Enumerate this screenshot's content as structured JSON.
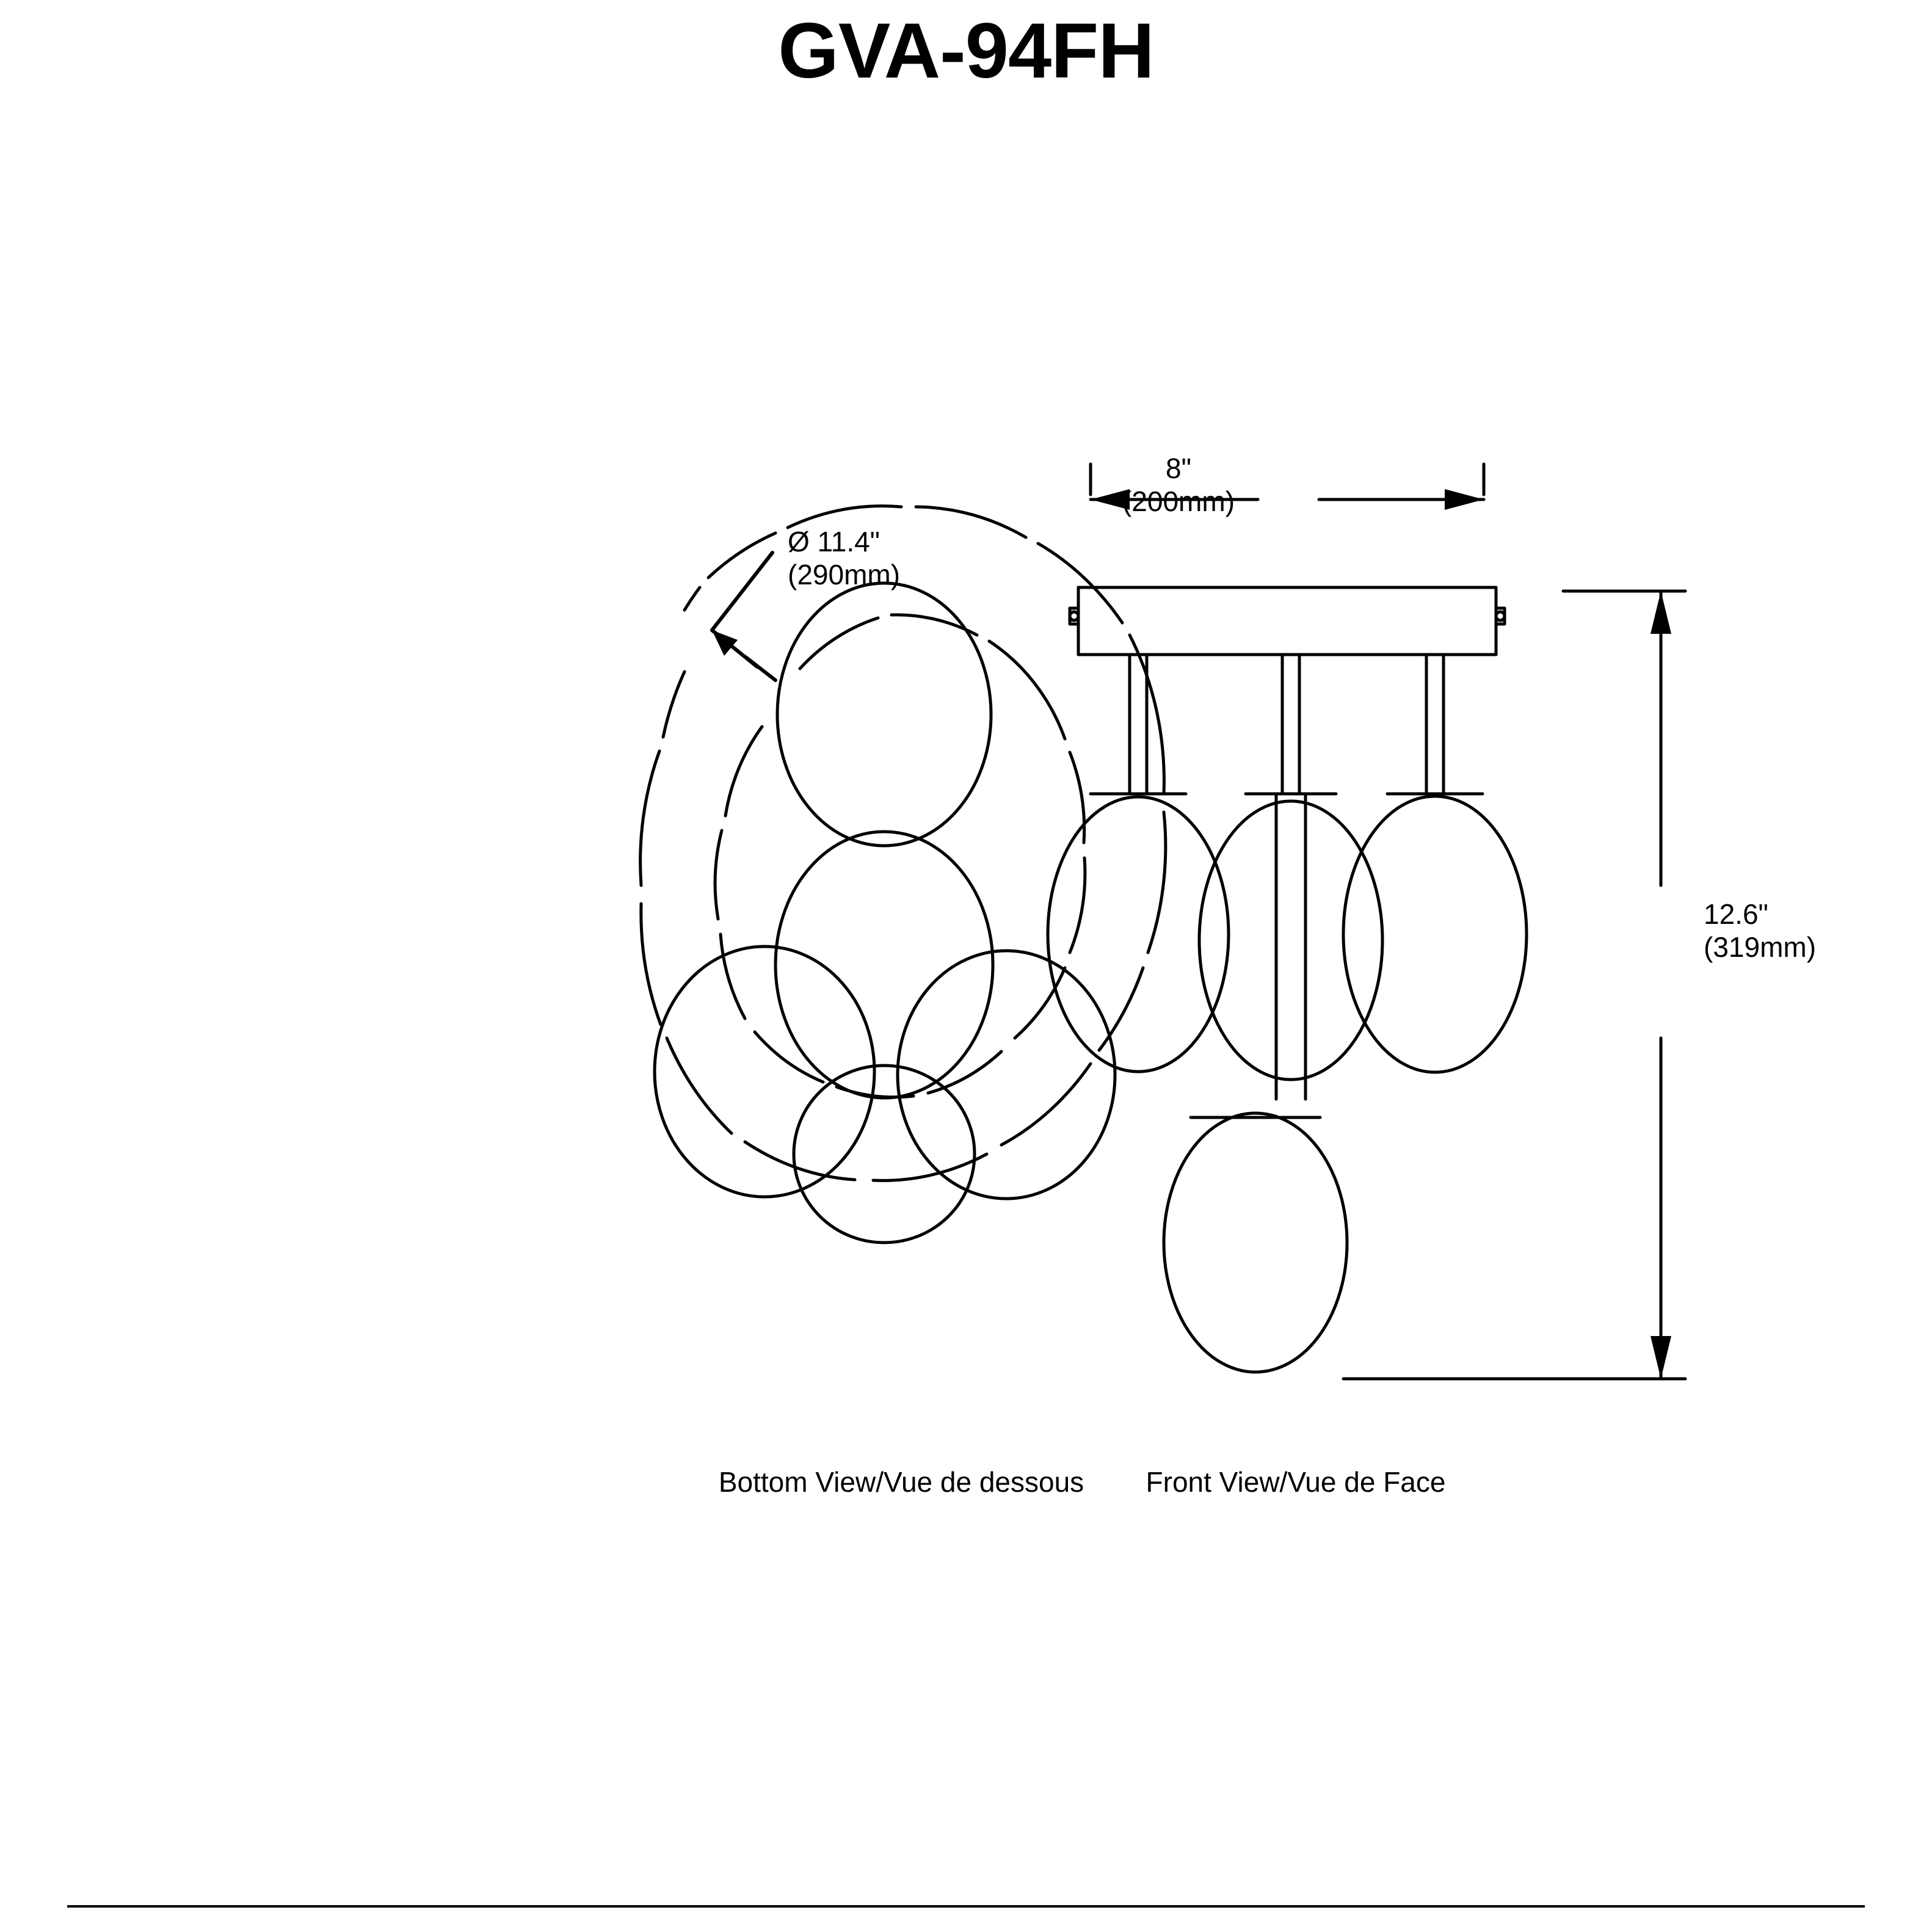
{
  "document": {
    "title": "GVA-94FH"
  },
  "views": {
    "bottom": {
      "caption": "Bottom View/Vue de dessous"
    },
    "front": {
      "caption": "Front View/Vue de Face"
    }
  },
  "dimensions": {
    "diameter": {
      "name": "canopy-diameter",
      "imperial": "Ø 11.4\"",
      "metric": "(290mm)"
    },
    "width": {
      "name": "fixture-width",
      "imperial": "8\"",
      "metric": "(200mm)"
    },
    "height": {
      "name": "fixture-height",
      "imperial": "12.6\"",
      "metric": "(319mm)"
    }
  },
  "colors": {
    "line": "#000000",
    "background": "#ffffff"
  }
}
